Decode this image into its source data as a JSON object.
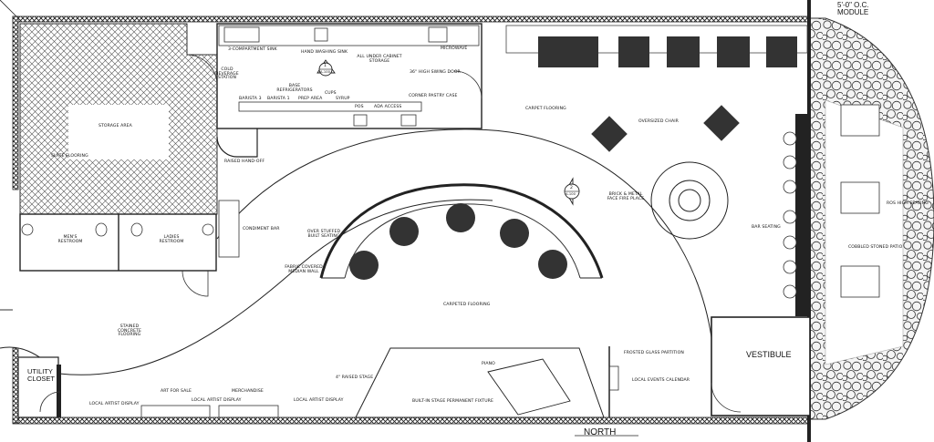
{
  "module": "5'-0\" O.C. MODULE",
  "north": "NORTH",
  "vestibule": "VESTIBULE",
  "utility_closet": "UTILITY CLOSET",
  "section_marker": {
    "number": "1",
    "sheet": "A-100"
  },
  "section_marker_2": {
    "number": "2",
    "sheet": "A-100"
  },
  "labels": {
    "three_comp_sink": "3-COMPARTMENT SINK",
    "hand_washing_sink": "HAND WASHING SINK",
    "under_cabinet": "ALL UNDER CABINET STORAGE",
    "microwave": "MICROWAVE",
    "swing_door": "36\" HIGH SWING DOOR",
    "corner_pastry": "CORNER PASTRY CASE",
    "cold_beverage": "COLD BEVERAGE STATION",
    "base_refrig": "BASE REFRIGERATORS",
    "barista3": "BARISTA 3",
    "barista1": "BARISTA 1",
    "prep": "PREP AREA",
    "cups": "CUPS",
    "syrup": "SYRUP",
    "pos": "POS",
    "ada": "ADA ACCESS",
    "storage": "STORAGE AREA",
    "slate": "SLATE FLOORING",
    "raised_hand_off": "RAISED HAND-OFF",
    "mens": "MEN'S RESTROOM",
    "ladies": "LADIES RESTROOM",
    "condiment": "CONDIMENT BAR",
    "over_stuffed": "OVER STUFFED BUILT SEATING",
    "fabric_wall": "FABRIC COVERED MEDIAN WALL",
    "stained_concrete": "STAINED CONCRETE FLOORING",
    "carpeted": "CARPETED FLOORING",
    "carpet": "CARPET FLOORING",
    "oversized_chair": "OVERSIZED CHAIR",
    "fire_place": "BRICK & METAL FACE FIRE PLACE",
    "bar_seating": "BAR SEATING",
    "ros_high_seating": "ROS HIGH SEATING",
    "cobbled_patio": "COBBLED STONED PATIO",
    "raised_stage": "4\" RAISED STAGE",
    "piano": "PIANO",
    "built_in_stage": "BUILT-IN STAGE PERMANENT FIXTURE",
    "frosted_glass": "FROSTED GLASS PARTITION",
    "events_calendar": "LOCAL EVENTS CALENDAR",
    "art_for_sale": "ART FOR SALE",
    "merchandise": "MERCHANDISE",
    "local_artist_1": "LOCAL ARTIST DISPLAY",
    "local_artist_2": "LOCAL ARTIST DISPLAY",
    "local_artist_3": "LOCAL ARTIST DISPLAY"
  }
}
